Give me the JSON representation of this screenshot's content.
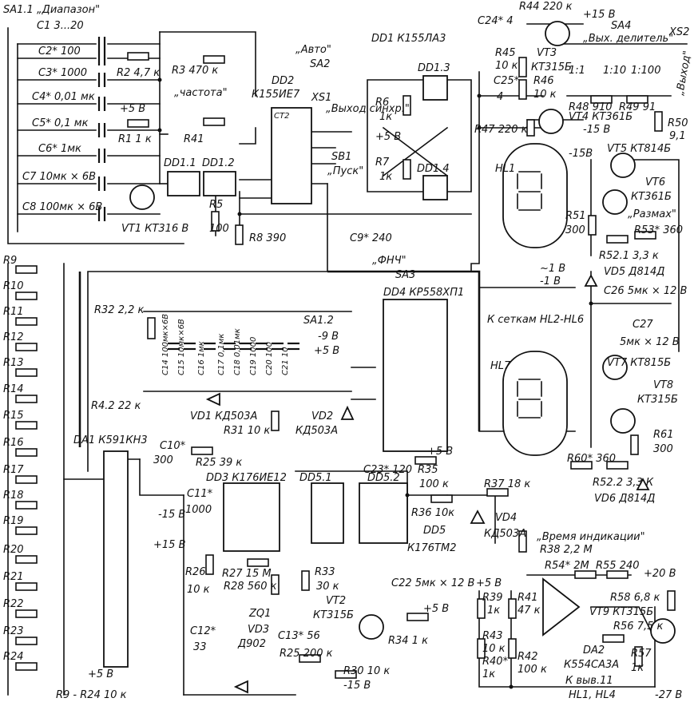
{
  "labels": {
    "sa11": "SA1.1 „Диапазон\"",
    "c1": "C1  3...20",
    "c2": "C2* 100",
    "c3": "C3* 1000",
    "c4": "C4* 0,01 мк",
    "c5": "C5* 0,1 мк",
    "c6": "C6* 1мк",
    "c7": "C7 10мк × 6В",
    "c8": "C8 100мк × 6В",
    "r2": "R2 4,7 к",
    "r1": "R1  1 к",
    "p5v_a": "+5 В",
    "r3": "R3  470 к",
    "chastota": "„частота\"",
    "r41": "R41",
    "dd11": "DD1.1",
    "dd12": "DD1.2",
    "vt1": "VT1  КТ316 В",
    "r5": "R5",
    "r5v": "100",
    "r8": "R8  390",
    "dd2": "DD2",
    "dd2t": "К155ИЕ7",
    "ct2": "CT2",
    "avto": "„Авто\"",
    "sa2": "SA2",
    "xs1": "XS1",
    "vyhod_sinhr": "„Выход синхр.\"",
    "sb1": "SB1",
    "pusk": "„Пуск\"",
    "dd1": "DD1  К155ЛА3",
    "r6": "R6",
    "r6v": "1к",
    "r7": "R7",
    "r7v": "1к",
    "p5v_b": "+5 В",
    "dd13": "DD1.3",
    "dd14": "DD1.4",
    "c9": "C9* 240",
    "c24": "C24* 4",
    "r44": "R44  220 к",
    "p15v_a": "+15 В",
    "r45": "R45",
    "r45v": "10 к",
    "vt3": "VT3",
    "vt3t": "КТ315Б",
    "c25": "C25*",
    "c25v": "4",
    "r46": "R46",
    "r46v": "10 к",
    "r47": "R47  220 к",
    "r48": "R48 910",
    "r49": "R49  91",
    "vt4": "VT4  КТ361Б",
    "m15v_a": "-15 В",
    "sa4": "SA4",
    "vyh_del": "„Вых. делитель\"",
    "xs2": "XS2",
    "k11": "1:1",
    "k110": "1:10",
    "k1100": "1:100",
    "vyhod": "„Выход\"",
    "r50": "R50",
    "r50v": "9,1",
    "hl1": "HL1",
    "r51": "R51",
    "r51v": "300",
    "m15v_b": "-15В",
    "vt5": "VT5  КТ814Б",
    "vt6": "VT6",
    "vt6t": "КТ361Б",
    "razmah": "„Размах\"",
    "r53": "R53* 360",
    "r521": "R52.1  3,3 к",
    "vd5": "VD5  Д814Д",
    "c26": "C26  5мк × 12 В",
    "c27": "C27",
    "c27v": "5мк × 12 В",
    "fnch": "„ФНЧ\"",
    "sa3": "SA3",
    "dd4": "DD4  КР558ХП1",
    "k_setkam": "К сеткам HL2-HL6",
    "tilde1v": "~1 В",
    "hl7": "HL7",
    "vt7": "VT7  КТ815Б",
    "vt8": "VT8",
    "vt8t": "КТ315Б",
    "r61": "R61",
    "r61v": "300",
    "r60": "R60* 360",
    "r522": "R52.2  3,3 К",
    "vd6": "VD6  Д814Д",
    "r32": "R32  2,2 к",
    "c14": "C14  100мк×6В",
    "c15": "C15  10мк×6В",
    "c16": "C16  1мк",
    "c17": "C17  0,1мк",
    "c18": "C18  0,01мк",
    "c19": "C19  1000",
    "c20": "C20  100",
    "c21": "C21  10",
    "sa12": "SA1.2",
    "m9v": "-9 В",
    "p5v_c": "+5 В",
    "r42": "R4.2  22 к",
    "vd1": "VD1  КД503А",
    "r31": "R31  10 к",
    "vd2": "VD2",
    "vd2t": "КД503А",
    "p5v_d": "+5 В",
    "da1": "DA1  К591КН3",
    "c10": "C10*",
    "c10v": "300",
    "r25": "R25  39 к",
    "dd3": "DD3  К176ИЕ12",
    "c11": "C11*",
    "c11v": "1000",
    "m15v_c": "-15 В",
    "p15v_b": "+15 В",
    "dd51": "DD5.1",
    "dd52": "DD5.2",
    "c23": "C23* 120",
    "r35": "R35",
    "r35v": "100 к",
    "r37": "R37  18 к",
    "r36": "R36  10к",
    "vd4": "VD4",
    "vd4t": "КД503А",
    "dd5": "DD5",
    "dd5t": "К176ТМ2",
    "vremya": "„Время индикации\"",
    "r38": "R38  2,2 М",
    "r26": "R26",
    "r26v": "10 к",
    "r27": "R27  15 М",
    "r28": "R28  560 к",
    "zq1": "ZQ1",
    "r33": "R33",
    "r33v": "30 к",
    "vt2": "VT2",
    "vt2t": "КТ315Б",
    "c22": "C22  5мк × 12 В",
    "p5v_e": "+5 В",
    "c12": "C12*",
    "c12v": "33",
    "vd3": "VD3",
    "vd3t": "Д902",
    "c13": "C13* 56",
    "r25b": "R25  200 к",
    "r34": "R34  1 к",
    "p5v_f": "+5 В",
    "r30": "R30  10 к",
    "m15v_d": "-15 В",
    "r54": "R54* 2М",
    "r55": "R55  240",
    "p20v": "+20 В",
    "r39": "R39",
    "r39v": "1к",
    "r41v": "47 к",
    "r43": "R43",
    "r43v": "10 к",
    "r40": "R40*",
    "r40v": "1к",
    "r42b": "R42",
    "r42bv": "100 к",
    "da2": "DA2",
    "da2t": "К554СА3А",
    "kvyv": "К выв.11",
    "hl14": "HL1, HL4",
    "r58": "R58  6,8 к",
    "vt9": "VT9  КТ315Б",
    "r56": "R56  7,5 к",
    "r57": "R57",
    "r57v": "1к",
    "m27v": "-27 В",
    "r9": "R9",
    "r10": "R10",
    "r11": "R11",
    "r12": "R12",
    "r13": "R13",
    "r14": "R14",
    "r15": "R15",
    "r16": "R16",
    "r17": "R17",
    "r18": "R18",
    "r19": "R19",
    "r20": "R20",
    "r21": "R21",
    "r22": "R22",
    "r23": "R23",
    "r24": "R24",
    "r9r24": "R9 - R24  10 к",
    "p5v_g": "+5 В",
    "m1v": "-1 В"
  }
}
